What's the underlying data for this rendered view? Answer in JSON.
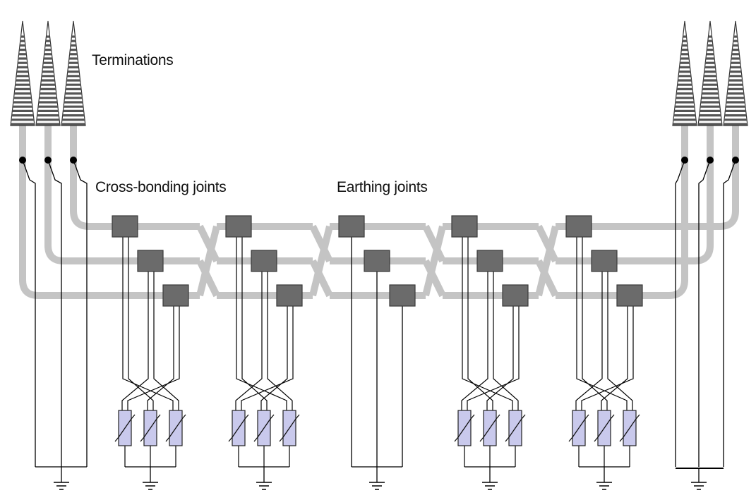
{
  "labels": {
    "terminations": "Terminations",
    "cross_bonding_joints": "Cross-bonding joints",
    "earthing_joints": "Earthing joints"
  },
  "colors": {
    "cable": "#c4c4c4",
    "joint_fill": "#6b6b6b",
    "joint_border": "#3a3a3a",
    "wire": "#000000",
    "svl_fill": "#c9c9ec",
    "termination_fill": "#ffffff"
  },
  "structure": {
    "phases": 3,
    "termination_sets": 2,
    "joint_bays": [
      {
        "type": "cross-bonding",
        "link_box": "cross-bonded with surge voltage limiters"
      },
      {
        "type": "cross-bonding",
        "link_box": "cross-bonded with surge voltage limiters"
      },
      {
        "type": "earthing",
        "link_box": "solidly earthed"
      },
      {
        "type": "cross-bonding",
        "link_box": "cross-bonded with surge voltage limiters"
      },
      {
        "type": "cross-bonding",
        "link_box": "cross-bonded with surge voltage limiters"
      }
    ]
  }
}
